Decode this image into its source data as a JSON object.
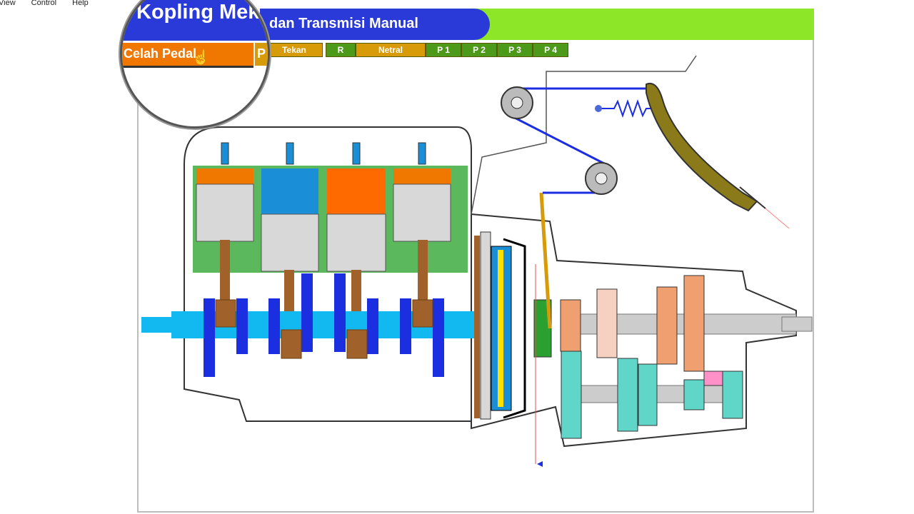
{
  "menu": {
    "items": [
      "View",
      "Control",
      "Help"
    ]
  },
  "header": {
    "title": "dan Transmisi Manual",
    "magnified_title": "Kopling Mek",
    "magnified_button": "Celah Pedal",
    "magnified_partial": "P"
  },
  "buttons": [
    {
      "label": "Tekan",
      "color": "#d79b0a"
    },
    {
      "label": "R",
      "color": "#4d9a1a"
    },
    {
      "label": "Netral",
      "color": "#d79b0a"
    },
    {
      "label": "P 1",
      "color": "#4d9a1a"
    },
    {
      "label": "P 2",
      "color": "#4d9a1a"
    },
    {
      "label": "P 3",
      "color": "#4d9a1a"
    },
    {
      "label": "P 4",
      "color": "#4d9a1a"
    }
  ],
  "colors": {
    "title_blue": "#2a3ad8",
    "title_green": "#8ee628",
    "crankshaft": "#12b8f0",
    "piston_orange": "#f07800",
    "cylinder_green": "#5cb85c",
    "gear_salmon": "#f0a070",
    "gear_teal": "#5fd6c8"
  },
  "icons": {
    "cursor": "hand-cursor-icon"
  }
}
